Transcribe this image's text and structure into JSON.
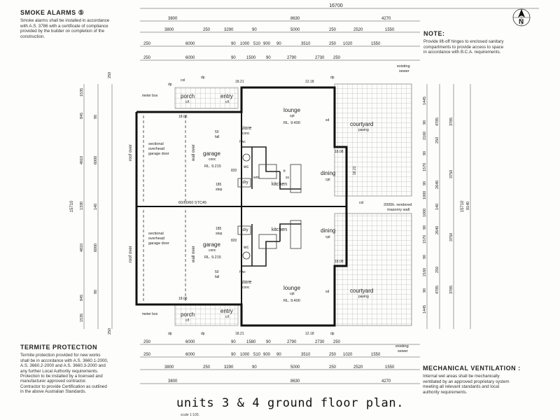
{
  "notes": {
    "smoke": {
      "title": "SMOKE ALARMS",
      "badge": "⑤",
      "lines": [
        "Smoke alarms shall be installed in accordance",
        "with A.S. 3786 with a certificate of compliance",
        "provided by the builder on completion of the",
        "construction."
      ]
    },
    "note": {
      "title": "NOTE:",
      "lines": [
        "Provide lift-off hinges to enclosed sanitary",
        "compartments to provide access to space",
        "in accordance with B.C.A. requirements."
      ]
    },
    "termite": {
      "title": "TERMITE PROTECTION",
      "lines": [
        "Termite protection provided for new works",
        "shall be in accordance with A.S. 3660.1-2000,",
        "A.S. 3660.2-2000 and A.S. 3660.3-2000 and",
        "any further Local Authority requirements.",
        "Protection to be installed by a licensed and",
        "manufacturer approved contractor.",
        "Contractor to provide Certification as outlined",
        "in the above Australian Standards."
      ]
    },
    "ventilation": {
      "title": "MECHANICAL VENTILATION :",
      "lines": [
        "Internal wet areas shall be mechanically",
        "ventilated by an approved proprietary system",
        "meeting all relevant standards and local",
        "authority requirements."
      ]
    }
  },
  "plan": {
    "title": "units 3 & 4 ground floor plan.",
    "scale": "scale 1:100.",
    "overall_width": "16700",
    "overall_height": "15710",
    "dims_top": {
      "row2": [
        "3800",
        "8630",
        "4270"
      ],
      "row3": [
        "3800",
        "250",
        "3290",
        "90",
        "5000",
        "250",
        "2520",
        "1550"
      ],
      "row4": [
        "250",
        "6000",
        "90",
        "1000",
        "510",
        "900",
        "90",
        "3510",
        "250",
        "1020",
        "1550"
      ],
      "row5": [
        "250",
        "6000",
        "90",
        "1500",
        "90",
        "2790",
        "2730",
        "250"
      ]
    },
    "dims_bottom": {
      "row1": [
        "250",
        "6000",
        "90",
        "1580",
        "90",
        "2790",
        "2730",
        "250"
      ],
      "row2": [
        "250",
        "6000",
        "90",
        "1000",
        "510",
        "900",
        "90",
        "3510",
        "250",
        "1020",
        "1550"
      ],
      "row3": [
        "3800",
        "250",
        "3290",
        "90",
        "5000",
        "250",
        "2520",
        "1550"
      ],
      "row4": [
        "3800",
        "8630",
        "4270"
      ]
    },
    "dims_left": [
      "250",
      "1535",
      "845",
      "90",
      "4810",
      "6000",
      "1330",
      "140",
      "6000",
      "4810",
      "90",
      "845",
      "1535",
      "250"
    ],
    "dims_right": [
      "1445",
      "90",
      "2160",
      "90",
      "1570",
      "90",
      "1000",
      "1000",
      "90",
      "1570",
      "90",
      "2160",
      "90",
      "1445",
      "4785",
      "3785",
      "250",
      "3750",
      "8140",
      "2640",
      "140",
      "2640",
      "3750",
      "250",
      "4785",
      "3785"
    ],
    "labels": {
      "porch": "porch",
      "porch_finish": "c/t",
      "entry": "entry",
      "entry_finish": "c/t",
      "meter_box": "meter box",
      "garage": "garage",
      "garage_finish": "conc",
      "garage_rl": "RL. 9.215",
      "garage_door": [
        "sectional",
        "overhead",
        "garage door"
      ],
      "fall": "50",
      "fall_label": "fall",
      "store": "store",
      "store_finish": "conc",
      "lounge": "lounge",
      "lounge_finish": "cpt",
      "lounge_rl": "RL. 9.400",
      "dining": "dining",
      "dining_finish": "cpt",
      "kitchen": "kitchen",
      "ldry": "ldry",
      "wc": "wc",
      "courtyard": "courtyard",
      "courtyard_finish": "paving",
      "roof_over": "roof over",
      "wall_over": "wall over",
      "step": "185",
      "step_label": "step",
      "sd": "sd",
      "sd_dims": "820",
      "dp": "dp",
      "col": "col",
      "hwc": "hwc",
      "fr": "fr",
      "ss": "ss",
      "wm": "wm",
      "party_wall": "60/60/60 STC45",
      "masonry_wall": [
        "2000h. rendered",
        "masonry wall"
      ],
      "existing_sewer": [
        "existing",
        "sewer"
      ],
      "level_a": "18.06",
      "level_b": "18.21",
      "level_c": "12.18",
      "level_d": "18.08",
      "level_e": "18.21"
    },
    "north": "N"
  }
}
